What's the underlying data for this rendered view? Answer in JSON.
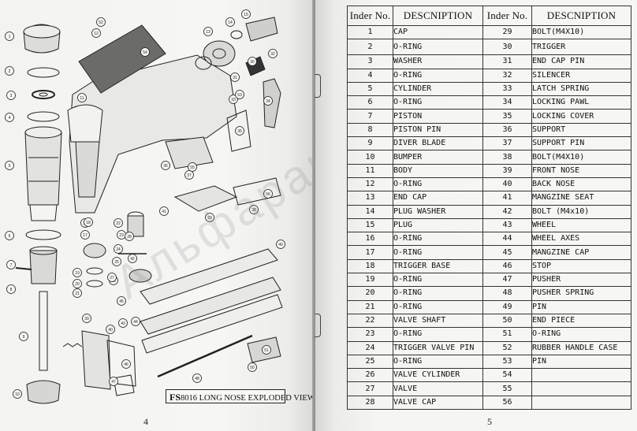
{
  "pages": {
    "left_number": "4",
    "right_number": "5"
  },
  "diagram": {
    "caption_prefix": "FS",
    "caption_rest": "8016 LONG NOSE EXPLODED VIEW",
    "callouts": [
      "1",
      "2",
      "3",
      "4",
      "5",
      "6",
      "7",
      "8",
      "9",
      "10",
      "11",
      "12",
      "13",
      "14",
      "15",
      "16",
      "17",
      "18",
      "19",
      "20",
      "21",
      "22",
      "23",
      "24",
      "25",
      "26",
      "27",
      "28",
      "29",
      "30",
      "31",
      "32",
      "33",
      "34",
      "35",
      "36",
      "37",
      "38",
      "39",
      "40",
      "41",
      "42",
      "43",
      "44",
      "45",
      "46",
      "47",
      "48",
      "49",
      "50",
      "51",
      "52",
      "53",
      "54",
      "55",
      "56"
    ]
  },
  "table": {
    "headers": [
      "Inder No.",
      "DESCNIPTION",
      "Inder No.",
      "DESCNIPTION"
    ],
    "rows": [
      [
        "1",
        "CAP",
        "29",
        "BOLT(M4X10)"
      ],
      [
        "2",
        "O-RING",
        "30",
        "TRIGGER"
      ],
      [
        "3",
        "WASHER",
        "31",
        "END CAP PIN"
      ],
      [
        "4",
        "O-RING",
        "32",
        "SILENCER"
      ],
      [
        "5",
        "CYLINDER",
        "33",
        "LATCH SPRING"
      ],
      [
        "6",
        "O-RING",
        "34",
        "LOCKING PAWL"
      ],
      [
        "7",
        "PISTON",
        "35",
        "LOCKING COVER"
      ],
      [
        "8",
        "PISTON PIN",
        "36",
        "SUPPORT"
      ],
      [
        "9",
        "DIVER BLADE",
        "37",
        "SUPPORT PIN"
      ],
      [
        "10",
        "BUMPER",
        "38",
        "BOLT(M4X10)"
      ],
      [
        "11",
        "BODY",
        "39",
        "FRONT NOSE"
      ],
      [
        "12",
        "O-RING",
        "40",
        "BACK NOSE"
      ],
      [
        "13",
        "END CAP",
        "41",
        "MANGZINE SEAT"
      ],
      [
        "14",
        "PLUG WASHER",
        "42",
        "BOLT (M4x10)"
      ],
      [
        "15",
        "PLUG",
        "43",
        "WHEEL"
      ],
      [
        "16",
        "O-RING",
        "44",
        "WHEEL AXES"
      ],
      [
        "17",
        "O-RING",
        "45",
        "MANGZINE CAP"
      ],
      [
        "18",
        "TRIGGER BASE",
        "46",
        "STOP"
      ],
      [
        "19",
        "O-RING",
        "47",
        "PUSHER"
      ],
      [
        "20",
        "O-RING",
        "48",
        "PUSHER SPRING"
      ],
      [
        "21",
        "O-RING",
        "49",
        "PIN"
      ],
      [
        "22",
        "VALVE SHAFT",
        "50",
        "END PIECE"
      ],
      [
        "23",
        "O-RING",
        "51",
        "O-RING"
      ],
      [
        "24",
        "TRIGGER VALVE PIN",
        "52",
        "RUBBER HANDLE CASE"
      ],
      [
        "25",
        "O-RING",
        "53",
        "PIN"
      ],
      [
        "26",
        "VALVE CYLINDER",
        "54",
        ""
      ],
      [
        "27",
        "VALVE",
        "55",
        ""
      ],
      [
        "28",
        "VALVE CAP",
        "56",
        ""
      ]
    ]
  }
}
